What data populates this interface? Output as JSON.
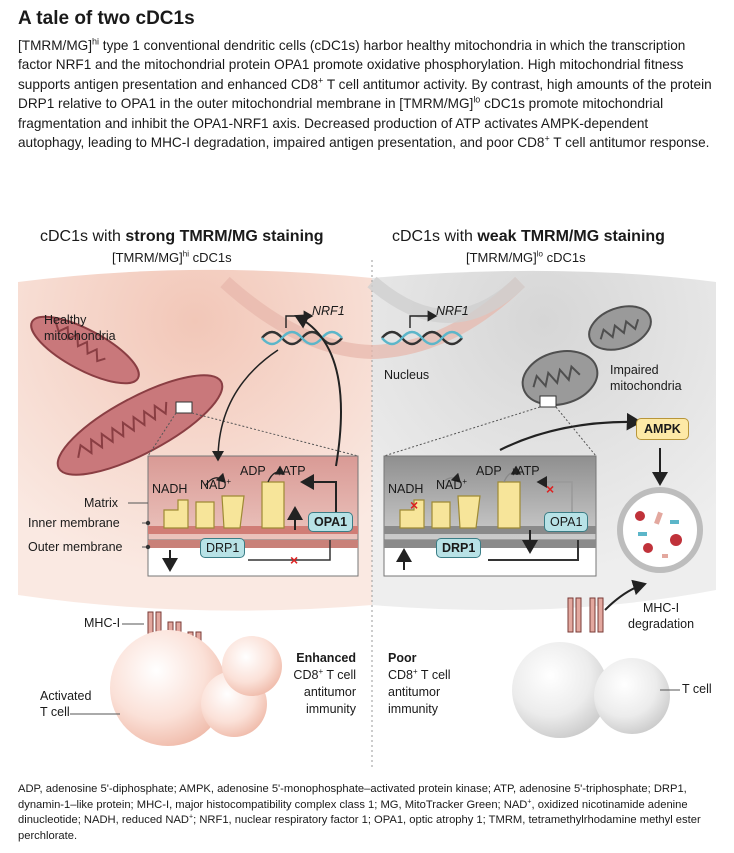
{
  "title": "A tale of two cDC1s",
  "summary": {
    "p1": "[TMRM/MG]",
    "p1_sup": "hi",
    "p2": " type 1 conventional dendritic cells (cDC1s) harbor healthy mitochondria in which the transcription factor NRF1 and the mitochondrial protein OPA1 promote oxidative phosphorylation. High mitochondrial fitness supports antigen presentation and enhanced CD8",
    "p2_sup": "+",
    "p3": " T cell antitumor activity. By contrast, high amounts of the protein DRP1 relative to OPA1 in the outer mitochondrial membrane in [TMRM/MG]",
    "p3_sup": "lo",
    "p4": " cDC1s promote mitochondrial fragmentation and inhibit the OPA1-NRF1 axis. Decreased production of ATP activates AMPK-dependent autophagy, leading to MHC-I degradation, impaired antigen presentation, and poor CD8",
    "p4_sup": "+",
    "p5": " T cell antitumor response."
  },
  "left": {
    "heading_pre": "cDC1s with ",
    "heading_bold": "strong TMRM/MG staining",
    "sub_pre": "[TMRM/MG]",
    "sub_sup": "hi",
    "sub_post": " cDC1s",
    "mito_label_1": "Healthy",
    "mito_label_2": "mitochondria",
    "gene": "NRF1",
    "matrix": "Matrix",
    "inner": "Inner membrane",
    "outer": "Outer membrane",
    "nadh": "NADH",
    "nad": "NAD",
    "nad_sup": "+",
    "adp": "ADP",
    "atp": "↑ATP",
    "opa1": "OPA1",
    "drp1": "DRP1",
    "mhc": "MHC-I",
    "tcell_1": "Activated",
    "tcell_2": "T cell",
    "outcome_bold": "Enhanced",
    "outcome_1": "CD8",
    "outcome_1_sup": "+",
    "outcome_1_post": " T cell",
    "outcome_2": "antitumor",
    "outcome_3": "immunity",
    "colors": {
      "bg": "#f6d9cf",
      "mito": "#c9787b",
      "mito_dark": "#8a3e43",
      "dna": "#5cb6c9"
    }
  },
  "right": {
    "heading_pre": "cDC1s with ",
    "heading_bold": "weak TMRM/MG staining",
    "sub_pre": "[TMRM/MG]",
    "sub_sup": "lo",
    "sub_post": " cDC1s",
    "nucleus": "Nucleus",
    "gene": "NRF1",
    "mito_label_1": "Impaired",
    "mito_label_2": "mitochondria",
    "ampk": "AMPK",
    "nadh": "NADH",
    "nad": "NAD",
    "nad_sup": "+",
    "adp": "ADP",
    "atp": "↓ATP",
    "opa1": "OPA1",
    "drp1": "DRP1",
    "mhc_deg_1": "MHC-I",
    "mhc_deg_2": "degradation",
    "outcome_bold": "Poor",
    "outcome_1": "CD8",
    "outcome_1_sup": "+",
    "outcome_1_post": " T cell",
    "outcome_2": "antitumor",
    "outcome_3": "immunity",
    "tcell": "T cell",
    "colors": {
      "bg": "#e6e6e6",
      "mito": "#9a9a9a",
      "mito_dark": "#4f4f4f"
    }
  },
  "footer": {
    "f1": "ADP, adenosine 5'-diphosphate; AMPK, adenosine 5'-monophosphate–activated protein kinase; ATP, adenosine 5'-triphosphate; DRP1, dynamin-1–like protein; MHC-I, major histocompatibility complex class 1; MG, MitoTracker Green; NAD",
    "f1_sup": "+",
    "f2": ", oxidized nicotinamide adenine dinucleotide; NADH, reduced NAD",
    "f2_sup": "+",
    "f3": "; NRF1, nuclear respiratory factor 1; OPA1, optic atrophy 1; TMRM, tetramethylrhodamine methyl ester perchlorate."
  }
}
